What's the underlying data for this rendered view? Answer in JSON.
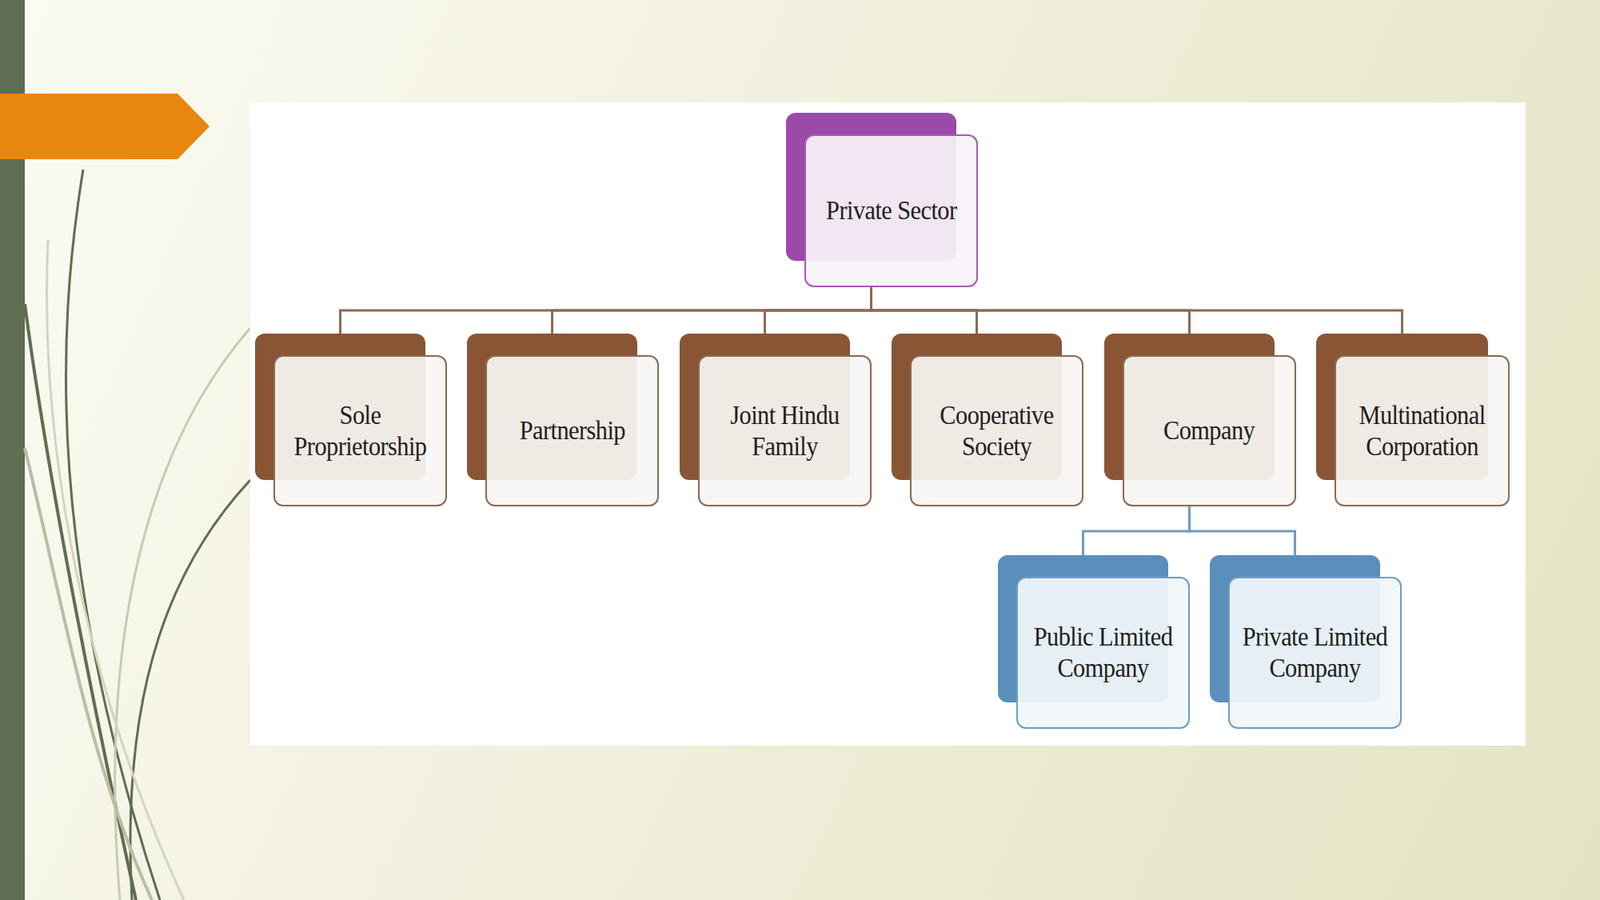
{
  "diagram": {
    "nodes": [
      {
        "text": [
          "Private Sector"
        ]
      },
      {
        "text": [
          "Sole Proprietorship"
        ]
      },
      {
        "text": [
          "Partnership"
        ]
      },
      {
        "text": [
          "Joint Hindu Family"
        ]
      },
      {
        "text": [
          "Cooperative Society"
        ]
      },
      {
        "text": [
          "Company"
        ]
      },
      {
        "text": [
          "Multinational Corporation"
        ]
      },
      {
        "text": [
          "Public Limited Company"
        ]
      },
      {
        "text": [
          "Private Limited Company"
        ]
      }
    ],
    "edges": [
      {
        "from": 0,
        "to": 1,
        "arrow": "none"
      },
      {
        "from": 0,
        "to": 2,
        "arrow": "none"
      },
      {
        "from": 0,
        "to": 3,
        "arrow": "none"
      },
      {
        "from": 0,
        "to": 4,
        "arrow": "none"
      },
      {
        "from": 0,
        "to": 5,
        "arrow": "none"
      },
      {
        "from": 0,
        "to": 6,
        "arrow": "none"
      },
      {
        "from": 5,
        "to": 7,
        "arrow": "none"
      },
      {
        "from": 5,
        "to": 8,
        "arrow": "none"
      }
    ]
  }
}
